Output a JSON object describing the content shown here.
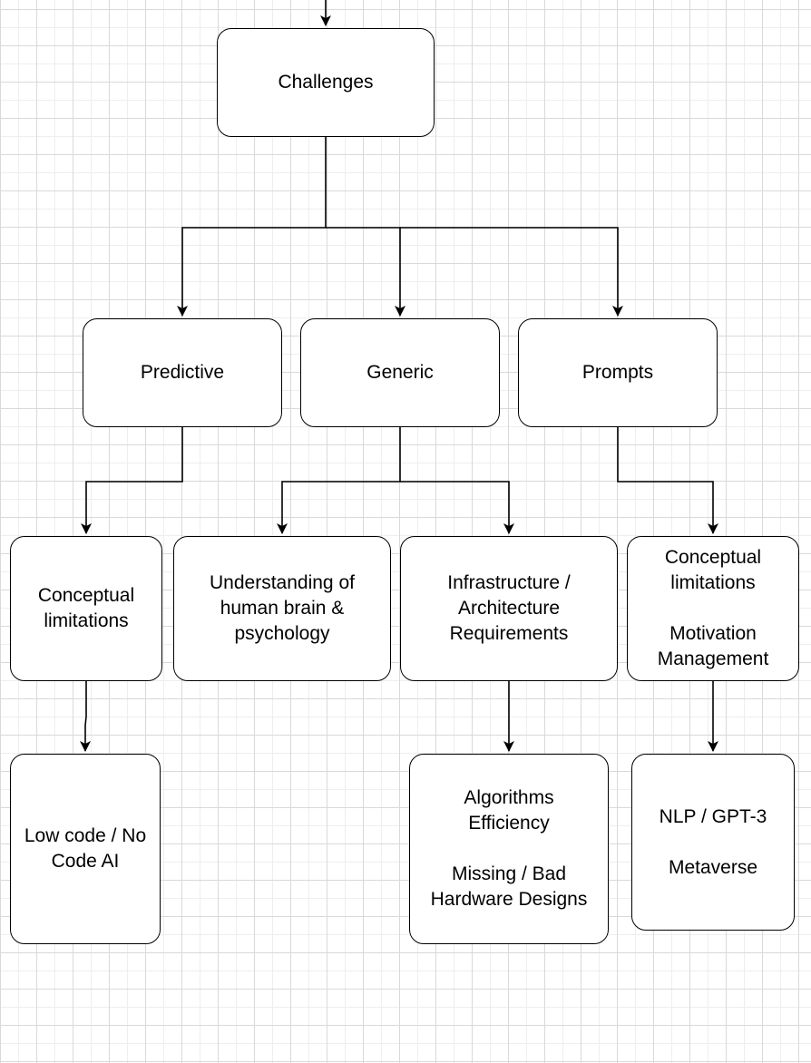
{
  "diagram": {
    "nodes": {
      "challenges": "Challenges",
      "predictive": "Predictive",
      "generic": "Generic",
      "prompts": "Prompts",
      "predictive_child": "Conceptual\nlimitations",
      "generic_child_1": "Understanding of\nhuman brain &\npsychology",
      "generic_child_2": "Infrastructure /\nArchitecture\nRequirements",
      "prompts_child": "Conceptual\nlimitations\n\nMotivation\nManagement",
      "predictive_grandchild": "Low code / No\nCode AI",
      "generic_grandchild": "Algorithms\nEfficiency\n\nMissing / Bad\nHardware Designs",
      "prompts_grandchild": "NLP / GPT-3\n\nMetaverse"
    },
    "edges": [
      [
        "root",
        "challenges"
      ],
      [
        "challenges",
        "predictive"
      ],
      [
        "challenges",
        "generic"
      ],
      [
        "challenges",
        "prompts"
      ],
      [
        "predictive",
        "predictive_child"
      ],
      [
        "generic",
        "generic_child_1"
      ],
      [
        "generic",
        "generic_child_2"
      ],
      [
        "prompts",
        "prompts_child"
      ],
      [
        "predictive_child",
        "predictive_grandchild"
      ],
      [
        "generic_child_2",
        "generic_grandchild"
      ],
      [
        "prompts_child",
        "prompts_grandchild"
      ]
    ],
    "colors": {
      "stroke": "#000000",
      "node_fill": "#ffffff",
      "grid_major": "#d9d9d9",
      "grid_minor": "#eeeeee"
    }
  }
}
